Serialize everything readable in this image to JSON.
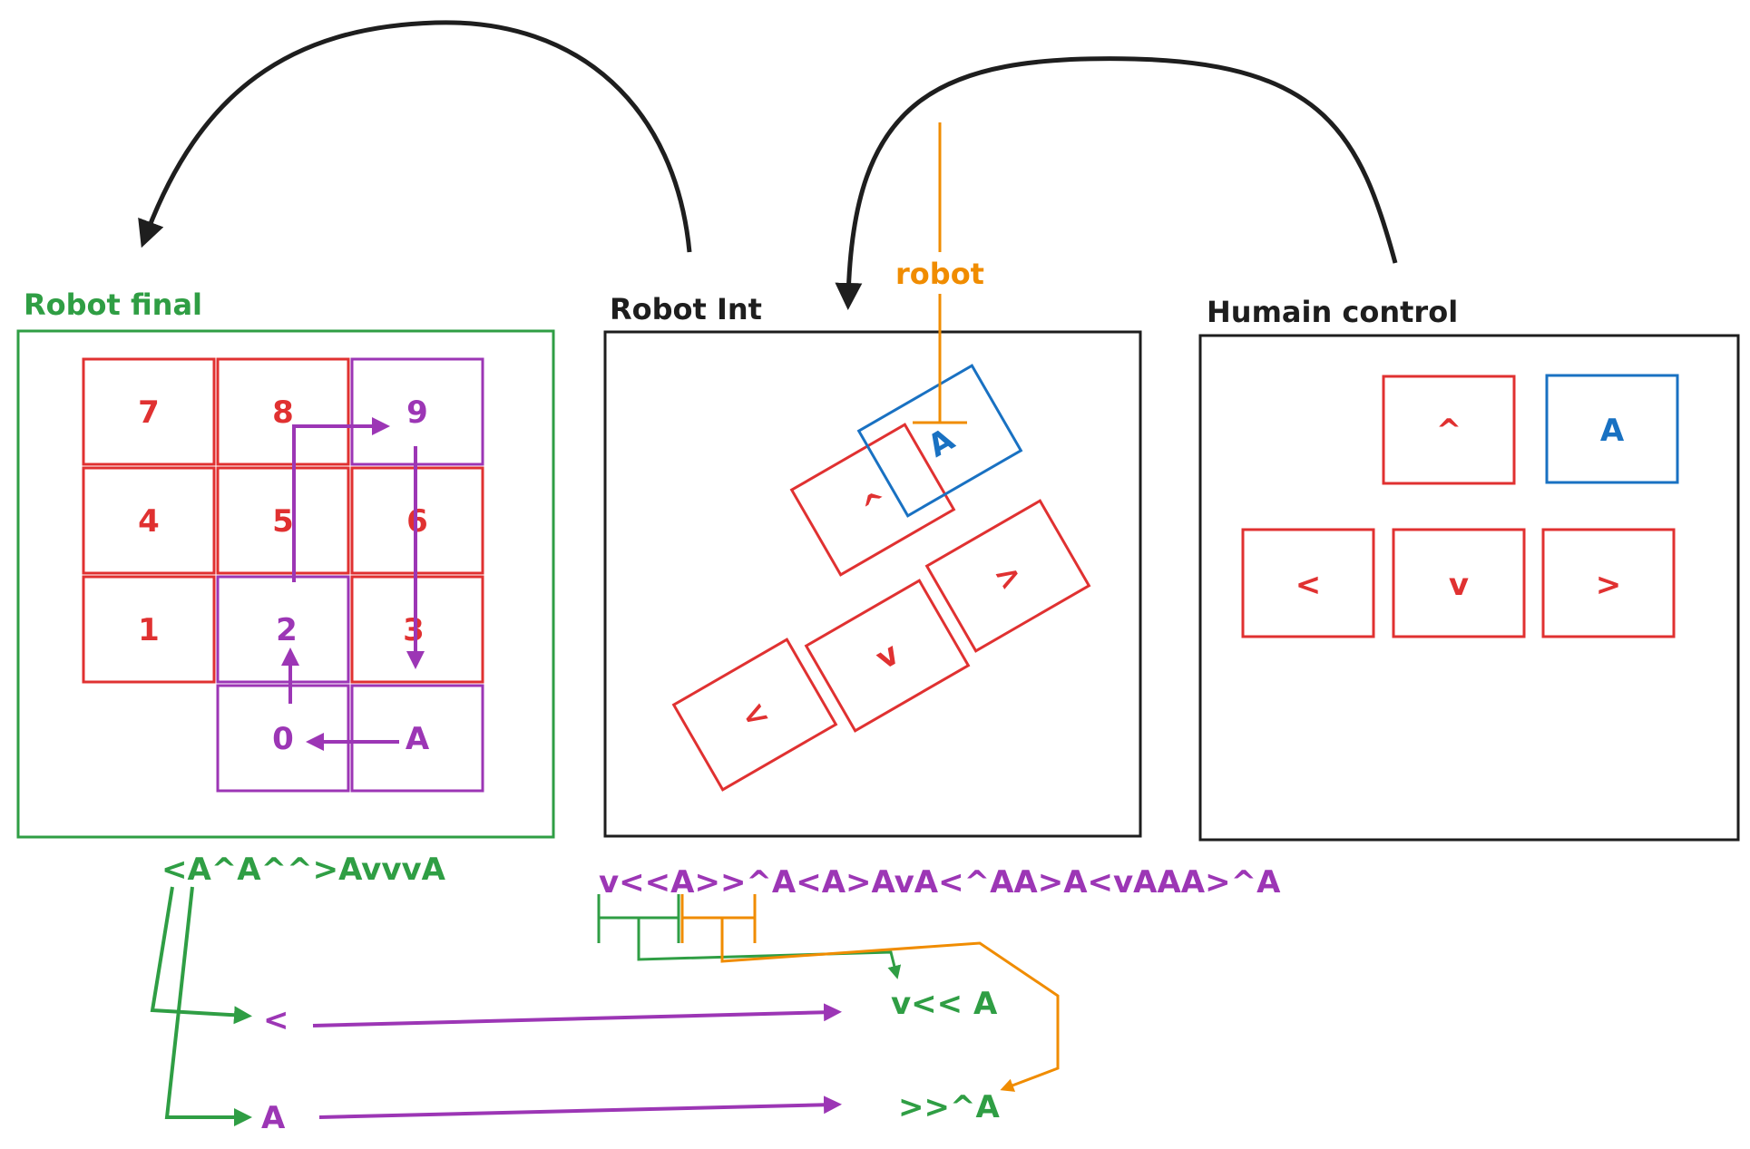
{
  "colors": {
    "green": "#2f9e44",
    "red": "#e03131",
    "purple": "#9c36b5",
    "blue": "#1971c2",
    "orange": "#f08c00",
    "black": "#1e1e1e"
  },
  "panels": {
    "robot_final": {
      "title": "Robot final"
    },
    "robot_int": {
      "title": "Robot Int"
    },
    "human_control": {
      "title": "Humain control"
    }
  },
  "numpad": {
    "keys": [
      "7",
      "8",
      "9",
      "4",
      "5",
      "6",
      "1",
      "2",
      "3",
      "0",
      "A"
    ]
  },
  "dirpad_robot": {
    "up": "^",
    "a": "A",
    "left": "<",
    "down": "v",
    "right": ">"
  },
  "dirpad_human": {
    "up": "^",
    "a": "A",
    "left": "<",
    "down": "v",
    "right": ">"
  },
  "labels": {
    "robot": "robot"
  },
  "sequences": {
    "final": "<A^A^^>AvvvA",
    "int_seg1": "v<<A",
    "int_seg2": ">>^A",
    "int_rest": "<A>AvA<^AA>A<vAAA>^A",
    "expand_left_1": "<",
    "expand_left_2": "A",
    "expand_right_1": "v<< A",
    "expand_right_2": ">>^A"
  }
}
